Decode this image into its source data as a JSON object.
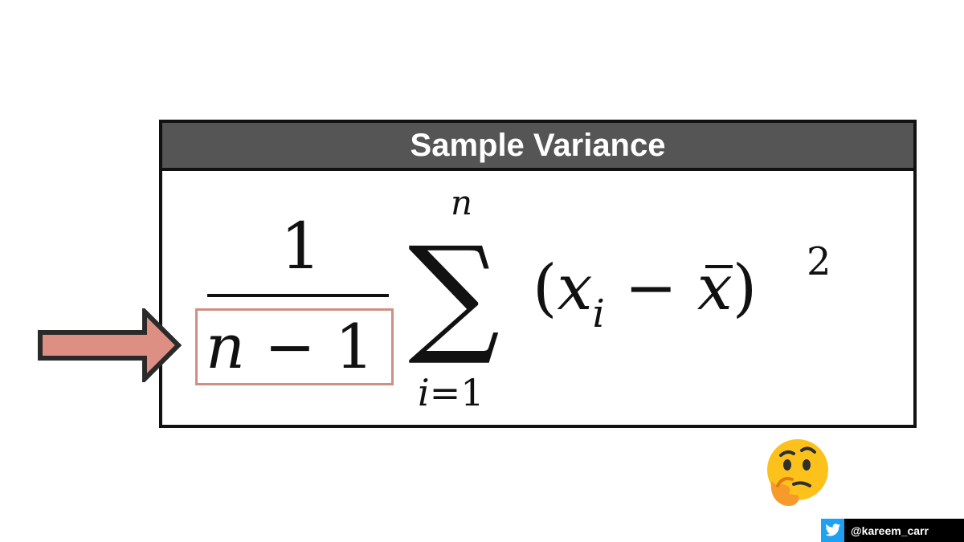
{
  "card": {
    "title": "Sample Variance"
  },
  "formula": {
    "numerator": "1",
    "denominator_var": "n",
    "denominator_op": "−",
    "denominator_const": "1",
    "sum_upper": "n",
    "sigma": "∑",
    "sum_lower_var": "i",
    "sum_lower_rest": "=1",
    "open_paren": "(",
    "x": "x",
    "sub_i": "i",
    "minus": "−",
    "xbar": "x",
    "close_paren": ")",
    "power": "2"
  },
  "credit": {
    "handle": "@kareem_carr"
  },
  "icons": {
    "arrow": "right-arrow-icon",
    "emoji": "thinking-face-icon",
    "twitter": "twitter-bird-icon"
  },
  "colors": {
    "header_bg": "#555555",
    "highlight_box": "#d08f84",
    "arrow_fill": "#dc8f82",
    "twitter_blue": "#1da1f2"
  }
}
